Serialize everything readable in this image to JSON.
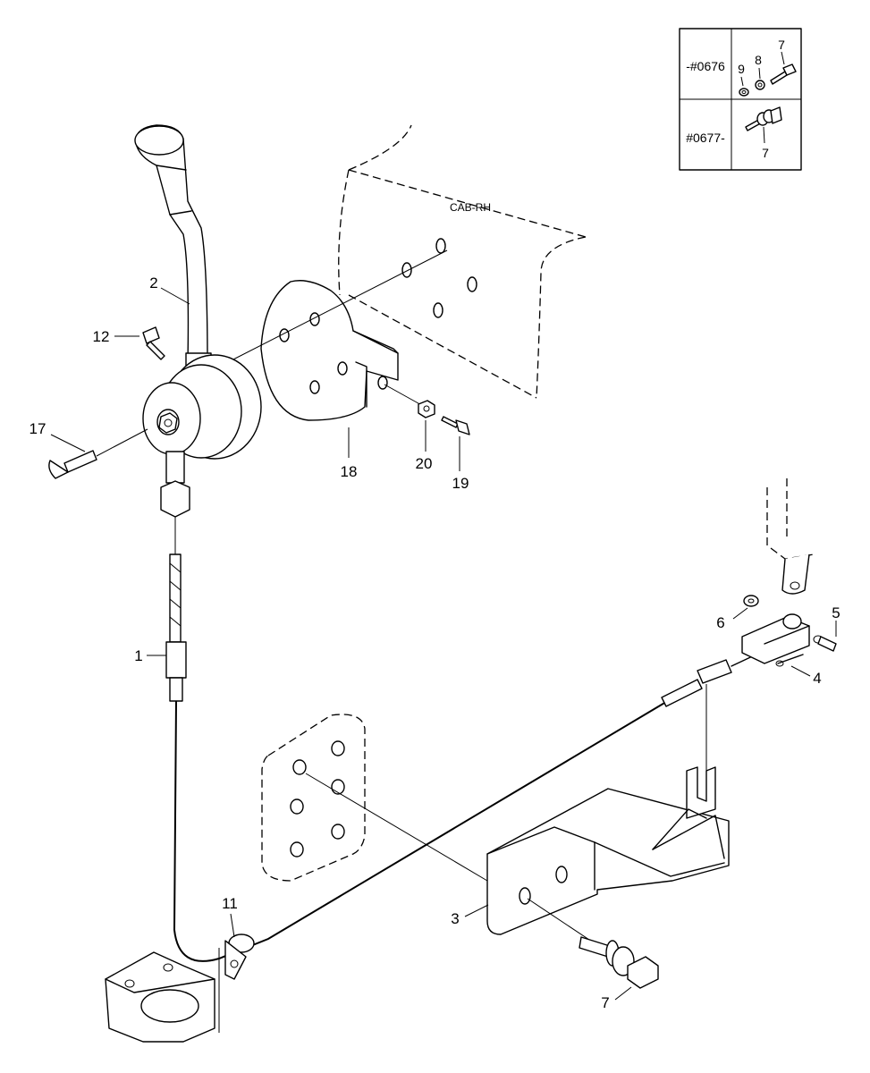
{
  "diagram": {
    "cab_label": "CAB-RH",
    "callouts": {
      "c1": "1",
      "c2": "2",
      "c3": "3",
      "c4": "4",
      "c5": "5",
      "c6": "6",
      "c7": "7",
      "c11": "11",
      "c12": "12",
      "c17": "17",
      "c18": "18",
      "c19": "19",
      "c20": "20"
    },
    "inset": {
      "row1_serial": "-#0676",
      "row2_serial": "#0677-",
      "row1_labels": {
        "a": "9",
        "b": "8",
        "c": "7"
      },
      "row2_label": "7"
    }
  }
}
